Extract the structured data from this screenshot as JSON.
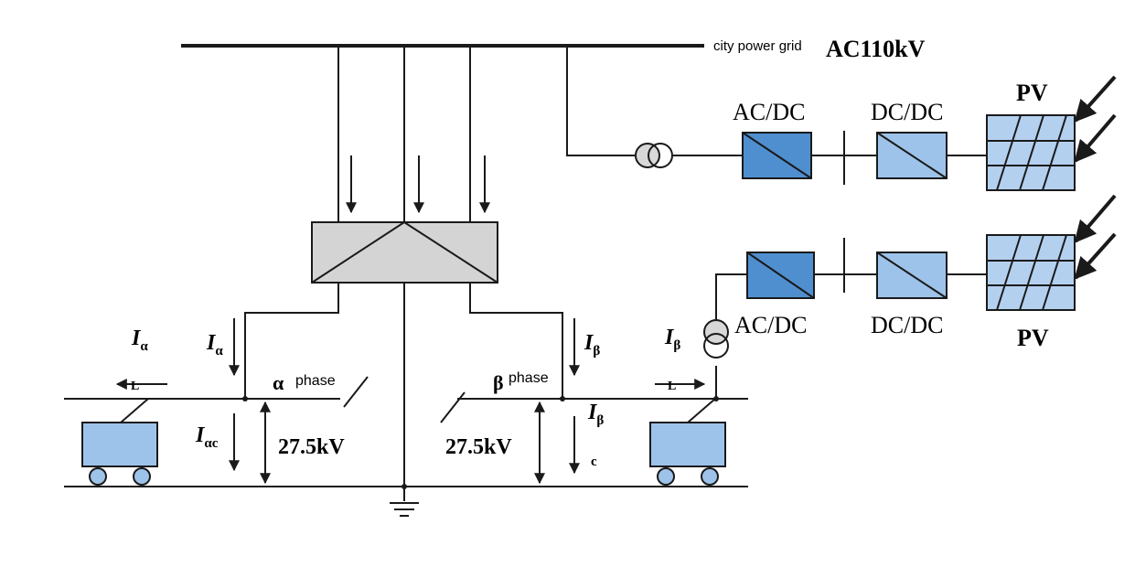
{
  "grid": {
    "label": "city power grid",
    "voltage": "AC110kV"
  },
  "pv_upper": {
    "panel_label": "PV",
    "converter1_label": "AC/DC",
    "converter2_label": "DC/DC"
  },
  "pv_lower": {
    "panel_label": "PV",
    "converter1_label": "AC/DC",
    "converter2_label": "DC/DC"
  },
  "alpha_side": {
    "phase_symbol": "α",
    "phase_word": "phase",
    "train_current": "I",
    "train_current_sub": "α",
    "feeder_current": "I",
    "feeder_current_sub": "α",
    "return_current": "I",
    "return_current_sub": "αc",
    "voltage": "27.5kV",
    "load_arrow_label": "L"
  },
  "beta_side": {
    "phase_symbol": "β",
    "phase_word": "phase",
    "feeder_current": "I",
    "feeder_current_sub": "β",
    "pv_current": "I",
    "pv_current_sub": "β",
    "return_current": "I",
    "return_current_sub": "β",
    "return_current_sub2": "c",
    "voltage": "27.5kV",
    "load_arrow_label": "L"
  },
  "colors": {
    "line": "#1a1a1a",
    "converter_dark": "#4f8fd0",
    "converter_light": "#9dc3ea",
    "pv_panel": "#b4d0ef",
    "transformer_box": "#d4d4d4",
    "train": "#9dc3ea"
  }
}
